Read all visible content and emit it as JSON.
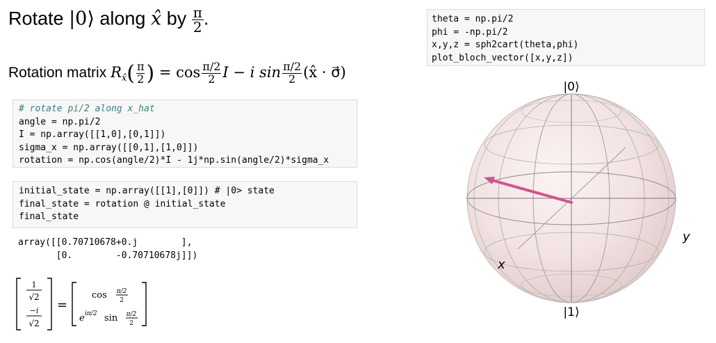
{
  "title": {
    "prefix": "Rotate ",
    "ket": "|0⟩",
    "middle": " along ",
    "axis": "x̂",
    "by": " by ",
    "frac_num": "π",
    "frac_den": "2",
    "end": "."
  },
  "rotation_matrix": {
    "label": "Rotation matrix ",
    "symbol": "R",
    "subscript": "x̂",
    "arg_num": "π",
    "arg_den": "2",
    "eq": " = cos",
    "a_num": "π/2",
    "a_den": "2",
    "I": "I − i sin",
    "b_num": "π/2",
    "b_den": "2",
    "tail": "(x̂ · σ⃗)"
  },
  "code_cell_1": {
    "lines": [
      "# rotate pi/2 along x_hat",
      "angle = np.pi/2",
      "I = np.array([[1,0],[0,1]])",
      "sigma_x = np.array([[0,1],[1,0]])",
      "rotation = np.cos(angle/2)*I - 1j*np.sin(angle/2)*sigma_x"
    ]
  },
  "code_cell_2": {
    "lines": [
      "initial_state = np.array([[1],[0]]) # |0> state",
      "final_state = rotation @ initial_state",
      "final_state"
    ]
  },
  "output": {
    "lines": [
      "array([[0.70710678+0.j        ],",
      "       [0.        -0.70710678j]])"
    ]
  },
  "code_cell_3": {
    "lines": [
      "theta = np.pi/2",
      "phi = -np.pi/2",
      "x,y,z = sph2cart(theta,phi)",
      "plot_bloch_vector([x,y,z])"
    ]
  },
  "matrix_eq": {
    "l1_num": "1",
    "l1_den": "√2",
    "l2_num": "−i",
    "l2_den": "√2",
    "eq": "=",
    "r1": "cos",
    "r1_num": "π/2",
    "r1_den": "2",
    "r2": "e",
    "r2_sup": "iπ/2",
    "r2b": " sin",
    "r2_num": "π/2",
    "r2_den": "2"
  },
  "bloch": {
    "top_label": "|0⟩",
    "bottom_label": "|1⟩",
    "x_label": "x",
    "y_label": "y",
    "vector_color": "#d0558a"
  }
}
